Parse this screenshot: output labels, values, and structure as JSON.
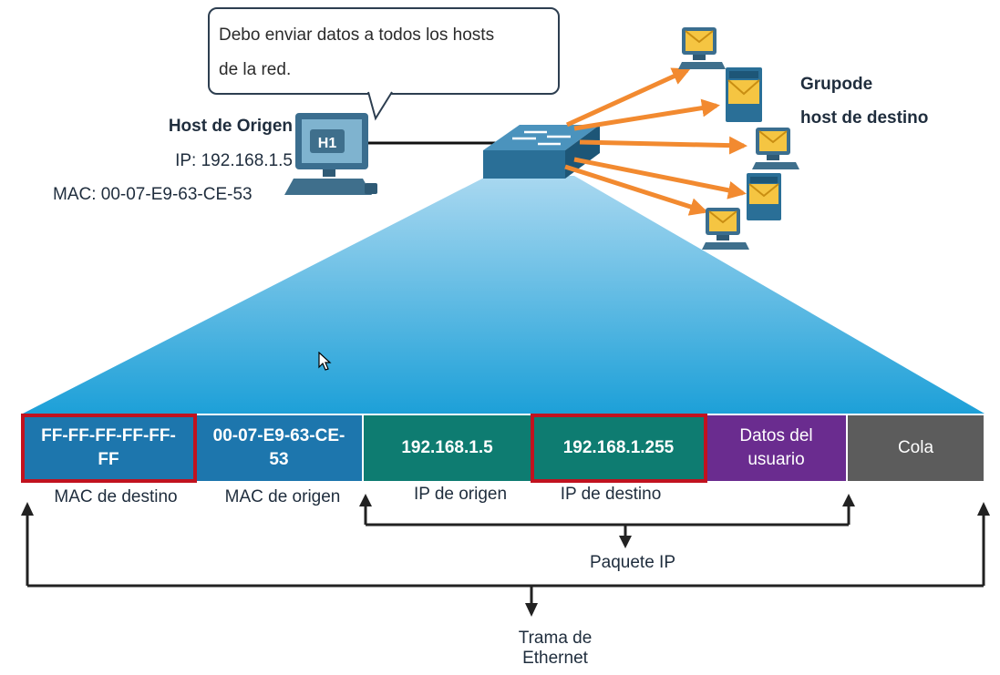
{
  "speech_bubble": {
    "line1": "Debo enviar datos a todos los hosts",
    "line2": "de la red."
  },
  "source_host": {
    "title": "Host de Origen",
    "ip": "IP: 192.168.1.5",
    "mac": "MAC: 00-07-E9-63-CE-53",
    "pc_label": "H1"
  },
  "destination_group": {
    "line1": "Grupode",
    "line2": "host de destino"
  },
  "frame_fields": [
    {
      "value": "FF-FF-FF-FF-FF-\nFF",
      "label": "MAC de destino",
      "highlighted": true
    },
    {
      "value": "00-07-E9-63-CE-\n53",
      "label": "MAC de origen",
      "highlighted": false
    },
    {
      "value": "192.168.1.5",
      "label": "IP de origen",
      "highlighted": false
    },
    {
      "value": "192.168.1.255",
      "label": "IP de destino",
      "highlighted": true
    },
    {
      "value": "Datos del\nusuario",
      "label": "",
      "highlighted": false
    },
    {
      "value": "Cola",
      "label": "",
      "highlighted": false
    }
  ],
  "brackets": {
    "ip_packet": "Paquete IP",
    "ethernet_frame_line1": "Trama de",
    "ethernet_frame_line2": "Ethernet"
  },
  "colors": {
    "mac_field": "#1d76ad",
    "ip_field": "#0e7c71",
    "data_field": "#6a2c8f",
    "trailer_field": "#5c5c5c",
    "highlight": "#c1121f",
    "flood_arrow": "#f28a30",
    "switch": "#2a6f97"
  }
}
